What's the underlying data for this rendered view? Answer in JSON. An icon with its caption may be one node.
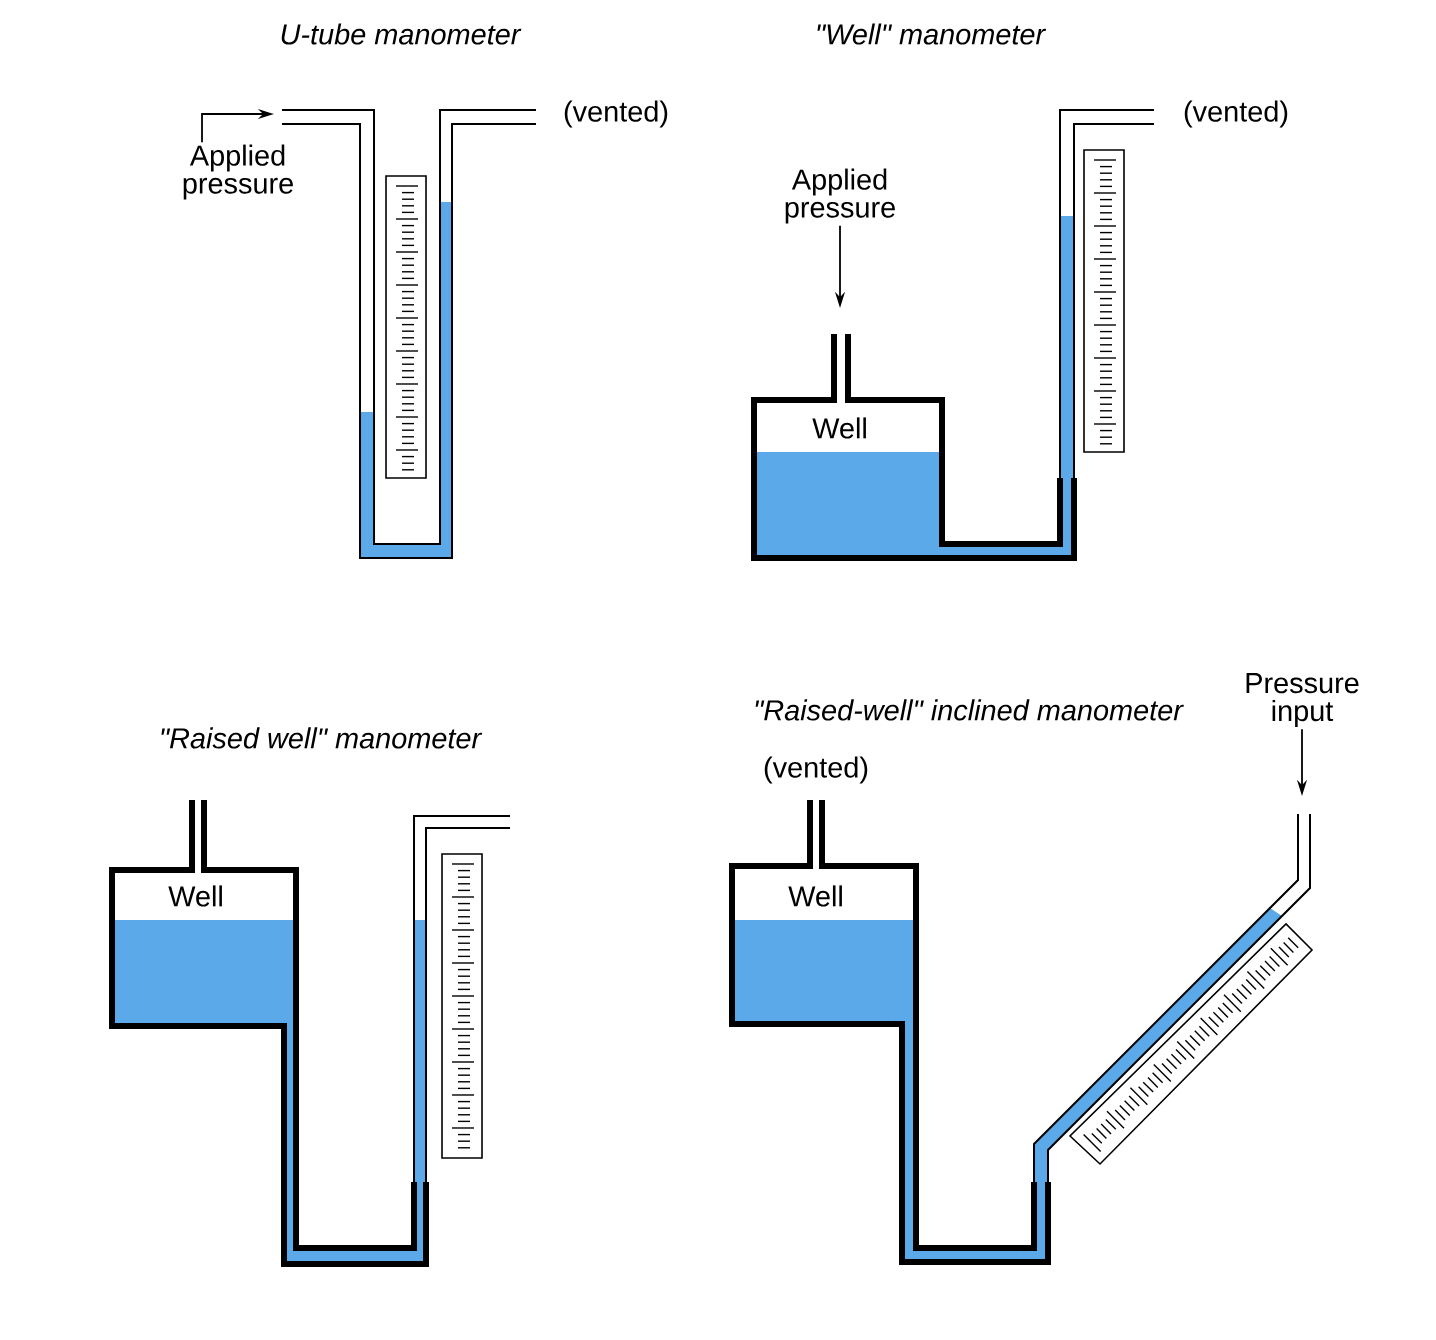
{
  "diagram": {
    "nodes": [
      {
        "text": [
          "Applied pressure"
        ]
      },
      {
        "text": [
          "Applied pressure"
        ]
      },
      {
        "text": [
          "Pressure input"
        ]
      }
    ],
    "edges": [
      {
        "from": 0,
        "to": null,
        "arrow": "to"
      },
      {
        "from": 1,
        "to": null,
        "arrow": "to"
      },
      {
        "from": 2,
        "to": null,
        "arrow": "to"
      }
    ],
    "labels": [
      "U-tube manometer",
      "(vented)",
      "\"Well\" manometer",
      "(vented)",
      "Well",
      "\"Raised well\" manometer",
      "Well",
      "\"Raised-well\" inclined manometer",
      "(vented)",
      "Well"
    ]
  }
}
